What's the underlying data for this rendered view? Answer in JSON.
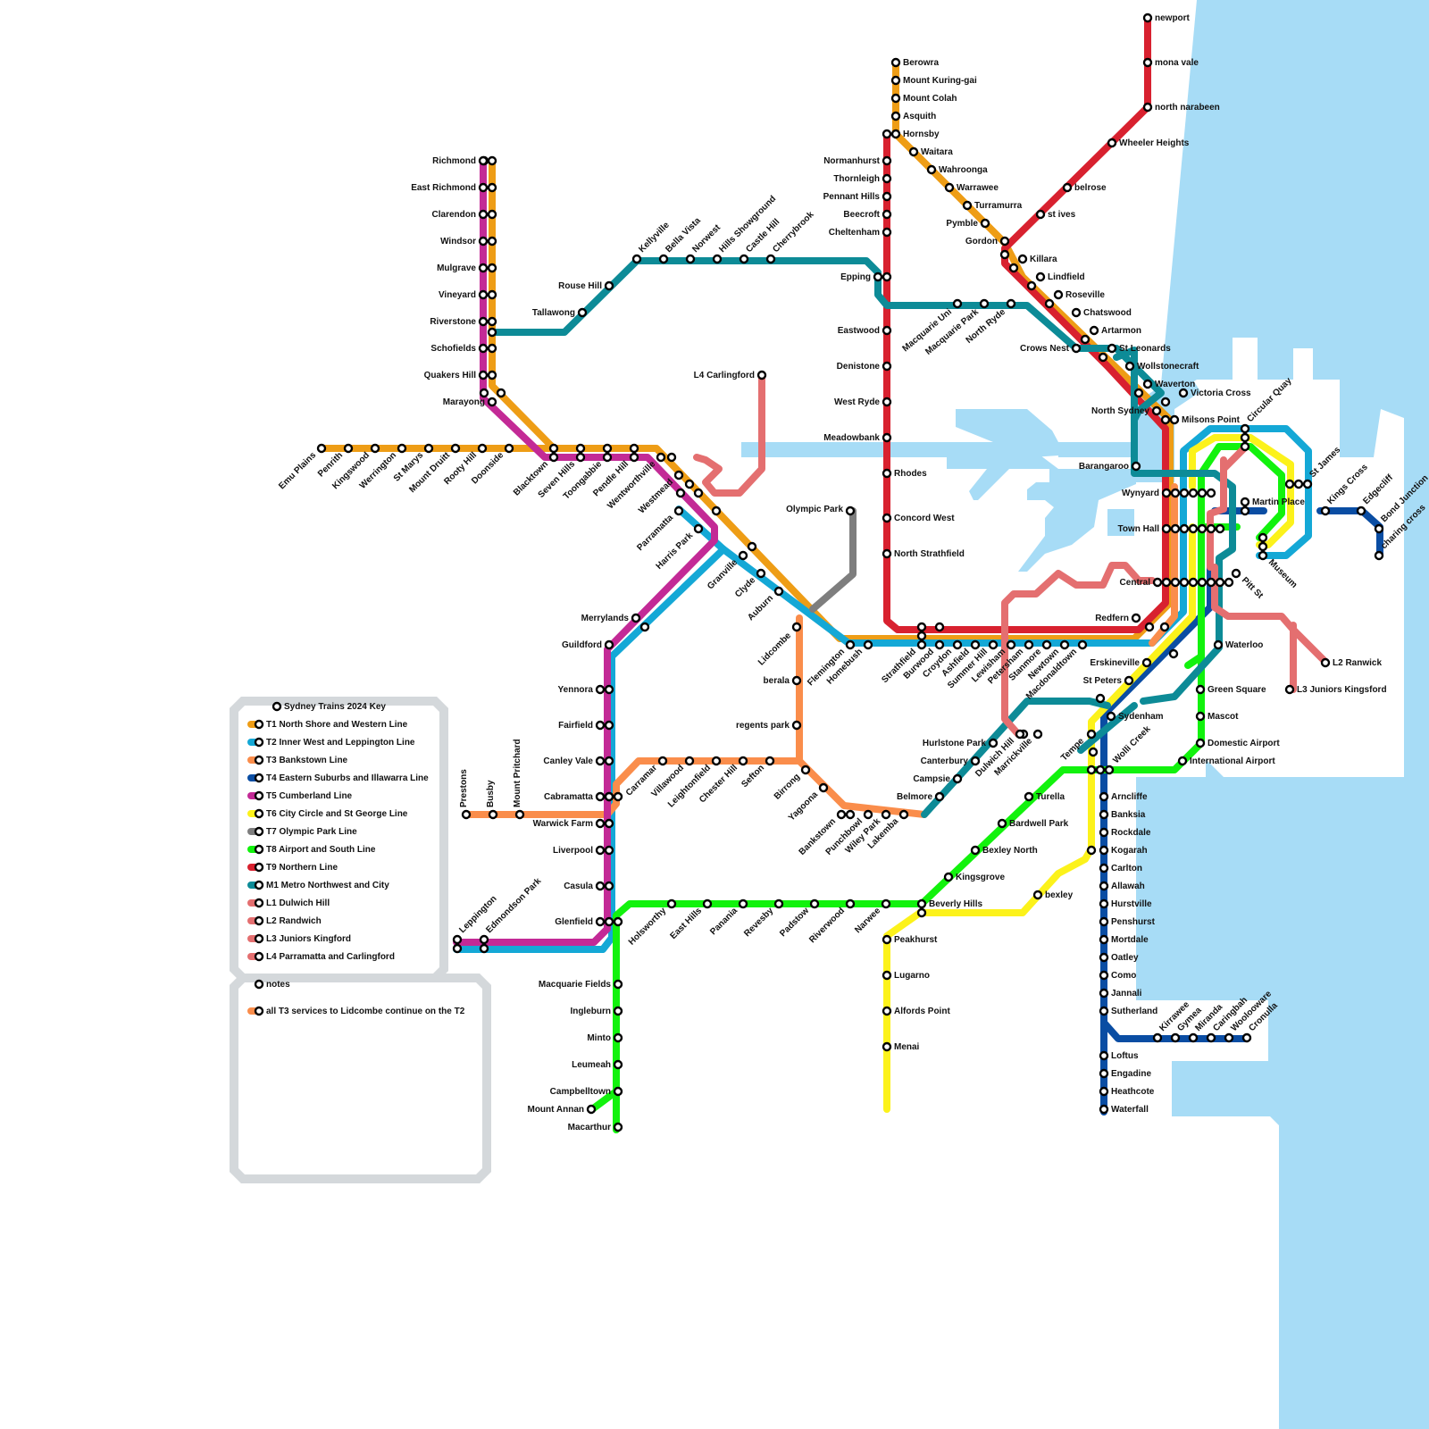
{
  "colors": {
    "t1": "#ee9d16",
    "t2": "#14a8d6",
    "t3": "#fa8d4b",
    "t4": "#0a4da3",
    "t5": "#c32a96",
    "t6": "#fcf21b",
    "t7": "#7e7e7e",
    "t8": "#12f20d",
    "t9": "#d8212f",
    "m1": "#0d8b97",
    "light_rail": "#e46f70",
    "water": "#a7dcf6",
    "panel": "#d4d8db"
  },
  "legend": {
    "title": "Sydney Trains 2024 Key",
    "items": [
      {
        "label": "T1 North Shore and Western Line",
        "color": "#ee9d16"
      },
      {
        "label": "T2 Inner West and Leppington Line",
        "color": "#14a8d6"
      },
      {
        "label": "T3 Bankstown Line",
        "color": "#fa8d4b"
      },
      {
        "label": "T4 Eastern Suburbs and Illawarra Line",
        "color": "#0a4da3"
      },
      {
        "label": "T5 Cumberland Line",
        "color": "#c32a96"
      },
      {
        "label": "T6 City Circle and St George Line",
        "color": "#fcf21b"
      },
      {
        "label": "T7 Olympic Park Line",
        "color": "#7e7e7e"
      },
      {
        "label": "T8 Airport and South Line",
        "color": "#12f20d"
      },
      {
        "label": "T9 Northern Line",
        "color": "#d8212f"
      },
      {
        "label": "M1 Metro Northwest and City",
        "color": "#0d8b97"
      },
      {
        "label": "L1 Dulwich Hill",
        "color": "#e46f70"
      },
      {
        "label": "L2 Randwich",
        "color": "#e46f70"
      },
      {
        "label": "L3 Juniors Kingford",
        "color": "#e46f70"
      },
      {
        "label": "L4 Parramatta and Carlingford",
        "color": "#e46f70"
      }
    ]
  },
  "notes": {
    "title": "notes",
    "items": [
      {
        "label": "all T3 services to Lidcombe continue on the T2",
        "color": "#fa8d4b"
      }
    ]
  },
  "stations": [
    "newport",
    "mona vale",
    "north narabeen",
    "Wheeler Heights",
    "belrose",
    "st ives",
    "Berowra",
    "Mount Kuring-gai",
    "Mount Colah",
    "Asquith",
    "Hornsby",
    "Waitara",
    "Wahroonga",
    "Warrawee",
    "Turramurra",
    "Pymble",
    "Gordon",
    "Killara",
    "Lindfield",
    "Roseville",
    "Chatswood",
    "Artarmon",
    "St Leonards",
    "Wollstonecraft",
    "Waverton",
    "Victoria Cross",
    "North Sydney",
    "Milsons Point",
    "Crows Nest",
    "Normanhurst",
    "Thornleigh",
    "Pennant Hills",
    "Beecroft",
    "Cheltenham",
    "Epping",
    "Eastwood",
    "Denistone",
    "West Ryde",
    "Meadowbank",
    "Rhodes",
    "Concord West",
    "North Strathfield",
    "Macquarie Uni",
    "Macquarie Park",
    "North Ryde",
    "Richmond",
    "East Richmond",
    "Clarendon",
    "Windsor",
    "Mulgrave",
    "Vineyard",
    "Riverstone",
    "Schofields",
    "Quakers Hill",
    "Marayong",
    "Rouse Hill",
    "Tallawong",
    "Kellyville",
    "Bella Vista",
    "Norwest",
    "Hills Showground",
    "Castle Hill",
    "Cherrybrook",
    "L4 Carlingford",
    "Emu Plains",
    "Penrith",
    "Kingswood",
    "Werrington",
    "St Marys",
    "Mount Druitt",
    "Rooty Hill",
    "Doonside",
    "Blacktown",
    "Seven Hills",
    "Toongabbie",
    "Pendle Hill",
    "Wentworthville",
    "Westmead",
    "Parramatta",
    "Harris Park",
    "Granville",
    "Clyde",
    "Auburn",
    "Lidcombe",
    "Olympic Park",
    "Flemington",
    "Homebush",
    "Strathfield",
    "Burwood",
    "Croydon",
    "Ashfield",
    "Summer Hill",
    "Lewisham",
    "Petersham",
    "Stanmore",
    "Newtown",
    "Macdonaldtown",
    "Redfern",
    "Erskineville",
    "St Peters",
    "Sydenham",
    "Merrylands",
    "Guildford",
    "Yennora",
    "Fairfield",
    "Canley Vale",
    "Cabramatta",
    "Warwick Farm",
    "Liverpool",
    "Casula",
    "Glenfield",
    "Macquarie Fields",
    "Ingleburn",
    "Minto",
    "Leumeah",
    "Campbelltown",
    "Mount Annan",
    "Macarthur",
    "Leppington",
    "Edmondson Park",
    "Prestons",
    "Busby",
    "Mount Pritchard",
    "Carramar",
    "Villawood",
    "Leightonfield",
    "Chester Hill",
    "Sefton",
    "berala",
    "regents park",
    "Birrong",
    "Yagoona",
    "Bankstown",
    "Punchbowl",
    "Wiley Park",
    "Lakemba",
    "Belmore",
    "Campsie",
    "Canterbury",
    "Hurlstone Park",
    "Dulwich Hill",
    "Marrickville",
    "Holsworthy",
    "East Hills",
    "Panania",
    "Revesby",
    "Padstow",
    "Riverwood",
    "Narwee",
    "Beverly Hills",
    "Kingsgrove",
    "Bexley North",
    "Bardwell Park",
    "Turella",
    "bexley",
    "Peakhurst",
    "Lugarno",
    "Alfords Point",
    "Menai",
    "Tempe",
    "Wolli Creek",
    "Arncliffe",
    "Banksia",
    "Rockdale",
    "Kogarah",
    "Carlton",
    "Allawah",
    "Hurstville",
    "Penshurst",
    "Mortdale",
    "Oatley",
    "Como",
    "Jannali",
    "Sutherland",
    "Loftus",
    "Engadine",
    "Heathcote",
    "Waterfall",
    "Kirrawee",
    "Gymea",
    "Miranda",
    "Caringbah",
    "Woolooware",
    "Cronulla",
    "Barangaroo",
    "Wynyard",
    "Town Hall",
    "Central",
    "Circular Quay",
    "Martin Place",
    "St James",
    "Museum",
    "Pitt St",
    "Waterloo",
    "Green Square",
    "Mascot",
    "Domestic Airport",
    "International Airport",
    "Kings Cross",
    "Edgecliff",
    "Bond Junction",
    "charing cross",
    "L2 Ranwick",
    "L3 Juniors Kingsford"
  ]
}
